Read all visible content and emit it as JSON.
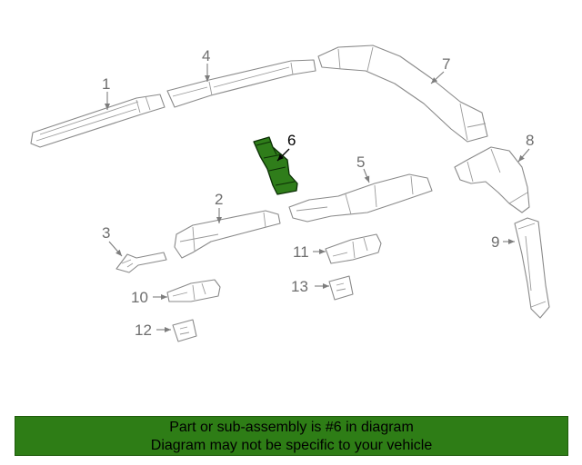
{
  "callouts": {
    "c1": "1",
    "c2": "2",
    "c3": "3",
    "c4": "4",
    "c5": "5",
    "c6": "6",
    "c7": "7",
    "c8": "8",
    "c9": "9",
    "c10": "10",
    "c11": "11",
    "c12": "12",
    "c13": "13"
  },
  "highlight": {
    "part": "6",
    "color": "#2e7d16"
  },
  "footer": {
    "line1": "Part or sub-assembly is #6 in diagram",
    "line2": "Diagram may not be specific to your vehicle"
  }
}
